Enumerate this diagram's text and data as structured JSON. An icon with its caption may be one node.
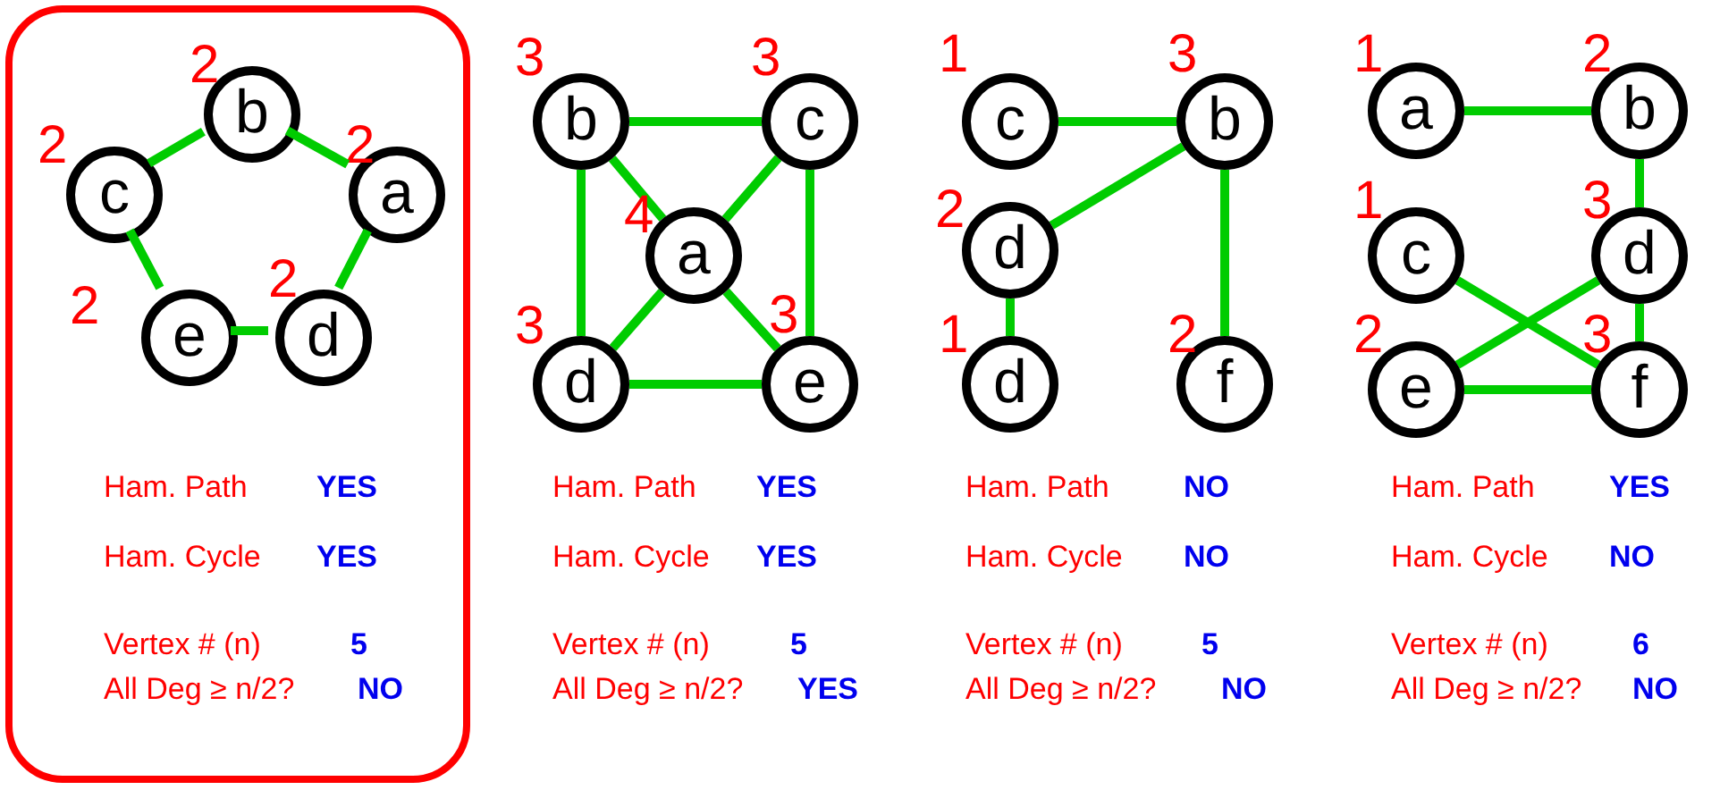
{
  "diagram": {
    "nodes": [
      {
        "text": [],
        "shape": "box"
      },
      {
        "text": [
          "b"
        ],
        "in": 0,
        "beside": [
          "2"
        ]
      },
      {
        "text": [
          "c"
        ],
        "in": 0,
        "beside": [
          "2"
        ]
      },
      {
        "text": [
          "a"
        ],
        "in": 0,
        "beside": [
          "2"
        ]
      },
      {
        "text": [
          "e"
        ],
        "in": 0,
        "beside": [
          "2"
        ]
      },
      {
        "text": [
          "d"
        ],
        "in": 0,
        "beside": [
          "2"
        ]
      },
      {
        "text": [
          "b"
        ],
        "beside": [
          "3"
        ]
      },
      {
        "text": [
          "c"
        ],
        "beside": [
          "3"
        ]
      },
      {
        "text": [
          "a"
        ],
        "beside": [
          "4"
        ]
      },
      {
        "text": [
          "d"
        ],
        "beside": [
          "3"
        ]
      },
      {
        "text": [
          "e"
        ],
        "beside": [
          "3"
        ]
      },
      {
        "text": [
          "c"
        ],
        "beside": [
          "1"
        ]
      },
      {
        "text": [
          "b"
        ],
        "beside": [
          "3"
        ]
      },
      {
        "text": [
          "d"
        ],
        "beside": [
          "2"
        ]
      },
      {
        "text": [
          "d"
        ],
        "beside": [
          "1"
        ]
      },
      {
        "text": [
          "f"
        ],
        "beside": [
          "2"
        ]
      },
      {
        "text": [
          "a"
        ],
        "beside": [
          "1"
        ]
      },
      {
        "text": [
          "b"
        ],
        "beside": [
          "2"
        ]
      },
      {
        "text": [
          "c"
        ],
        "beside": [
          "1"
        ]
      },
      {
        "text": [
          "d"
        ],
        "beside": [
          "3"
        ]
      },
      {
        "text": [
          "e"
        ],
        "beside": [
          "2"
        ]
      },
      {
        "text": [
          "f"
        ],
        "beside": [
          "3"
        ]
      }
    ],
    "edges": [
      {
        "from": 1,
        "to": 2,
        "arrow": "none"
      },
      {
        "from": 1,
        "to": 3,
        "arrow": "none"
      },
      {
        "from": 3,
        "to": 5,
        "arrow": "none"
      },
      {
        "from": 5,
        "to": 4,
        "arrow": "none"
      },
      {
        "from": 4,
        "to": 2,
        "arrow": "none"
      },
      {
        "from": 6,
        "to": 7,
        "arrow": "none"
      },
      {
        "from": 6,
        "to": 9,
        "arrow": "none"
      },
      {
        "from": 7,
        "to": 10,
        "arrow": "none"
      },
      {
        "from": 9,
        "to": 10,
        "arrow": "none"
      },
      {
        "from": 6,
        "to": 8,
        "arrow": "none"
      },
      {
        "from": 7,
        "to": 8,
        "arrow": "none"
      },
      {
        "from": 9,
        "to": 8,
        "arrow": "none"
      },
      {
        "from": 8,
        "to": 10,
        "arrow": "none"
      },
      {
        "from": 11,
        "to": 12,
        "arrow": "none"
      },
      {
        "from": 12,
        "to": 13,
        "arrow": "none"
      },
      {
        "from": 13,
        "to": 14,
        "arrow": "none"
      },
      {
        "from": 12,
        "to": 15,
        "arrow": "none"
      },
      {
        "from": 16,
        "to": 17,
        "arrow": "none"
      },
      {
        "from": 17,
        "to": 19,
        "arrow": "none"
      },
      {
        "from": 19,
        "to": 21,
        "arrow": "none"
      },
      {
        "from": 18,
        "to": 21,
        "arrow": "none"
      },
      {
        "from": 19,
        "to": 20,
        "arrow": "none"
      },
      {
        "from": 20,
        "to": 21,
        "arrow": "none"
      }
    ],
    "labels": [
      "Ham. Path",
      "YES",
      "Ham. Cycle",
      "YES",
      "Vertex # (n)",
      "5",
      "All Deg ≥ n/2?",
      "NO",
      "Ham. Path",
      "YES",
      "Ham. Cycle",
      "YES",
      "Vertex # (n)",
      "5",
      "All Deg ≥ n/2?",
      "YES",
      "Ham. Path",
      "NO",
      "Ham. Cycle",
      "NO",
      "Vertex # (n)",
      "5",
      "All Deg ≥ n/2?",
      "NO",
      "Ham. Path",
      "YES",
      "Ham. Cycle",
      "NO",
      "Vertex # (n)",
      "6",
      "All Deg ≥ n/2?",
      "NO"
    ]
  }
}
